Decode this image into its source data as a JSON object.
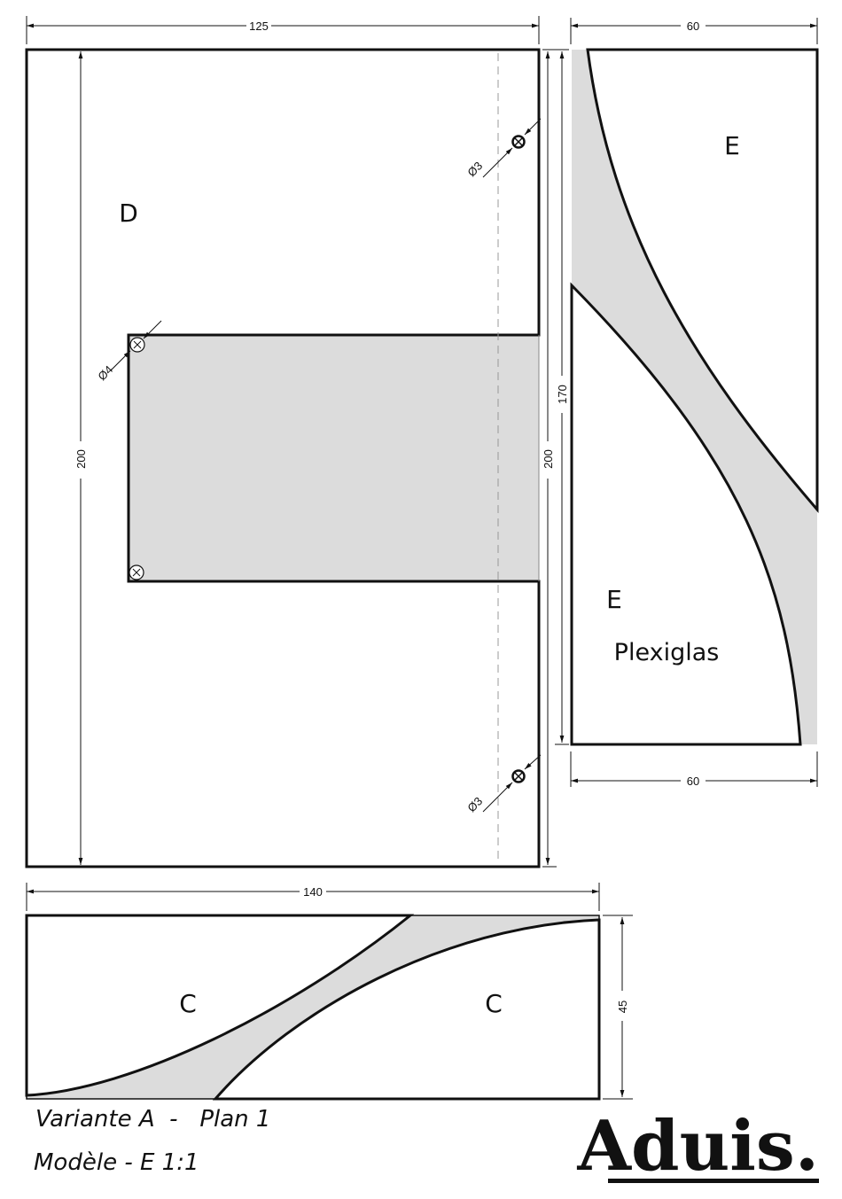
{
  "dimensions": {
    "d_width": "125",
    "d_height_left": "200",
    "d_height_right": "200",
    "e_height": "170",
    "e_width_top": "60",
    "e_width_bottom": "60",
    "c_width": "140",
    "c_height": "45",
    "hole_top": "Ø3",
    "hole_bottom": "Ø3",
    "hole_slot": "Ø4"
  },
  "parts": {
    "d_label": "D",
    "e_upper_label": "E",
    "e_lower_label": "E",
    "e_material": "Plexiglas",
    "c_left_label": "C",
    "c_right_label": "C"
  },
  "caption": {
    "line1": "Variante A  -   Plan 1",
    "line2": "Modèle - E 1:1"
  },
  "brand": {
    "logo_text": "Aduis."
  },
  "colors": {
    "line": "#111111",
    "fill_grey": "#dcdcdc"
  }
}
